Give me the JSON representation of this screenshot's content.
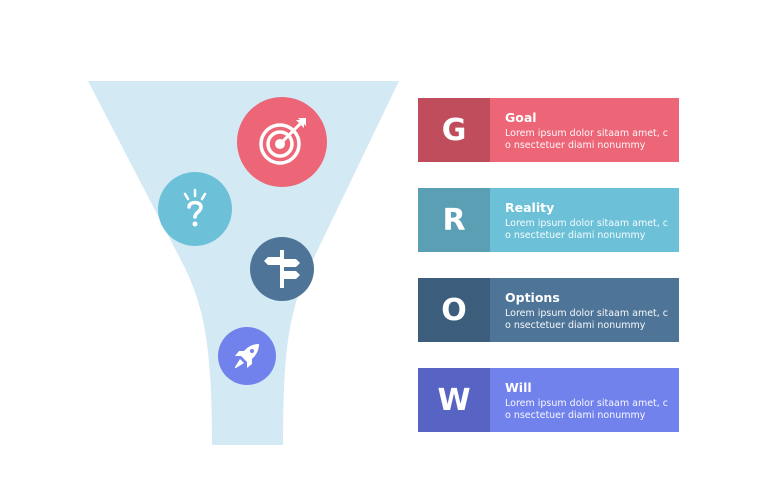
{
  "colors": {
    "funnel": "#d3e9f4",
    "goal_letter_bg": "#c04d5c",
    "goal_text_bg": "#ec6677",
    "reality_letter_bg": "#5a9fb4",
    "reality_text_bg": "#6cc1d8",
    "options_letter_bg": "#3c5d7c",
    "options_text_bg": "#4e7598",
    "will_letter_bg": "#5764c4",
    "will_text_bg": "#7282ec"
  },
  "icons": {
    "target": "target-icon",
    "question": "question-mark-icon",
    "signpost": "signpost-icon",
    "rocket": "rocket-icon"
  },
  "rows": [
    {
      "letter": "G",
      "title": "Goal",
      "body": "Lorem ipsum dolor sitaam amet, co nsectetuer diami nonummy"
    },
    {
      "letter": "R",
      "title": "Reality",
      "body": "Lorem ipsum dolor sitaam amet, co nsectetuer diami nonummy"
    },
    {
      "letter": "O",
      "title": "Options",
      "body": "Lorem ipsum dolor sitaam amet, co nsectetuer diami nonummy"
    },
    {
      "letter": "W",
      "title": "Will",
      "body": "Lorem ipsum dolor sitaam amet, co nsectetuer diami nonummy"
    }
  ]
}
